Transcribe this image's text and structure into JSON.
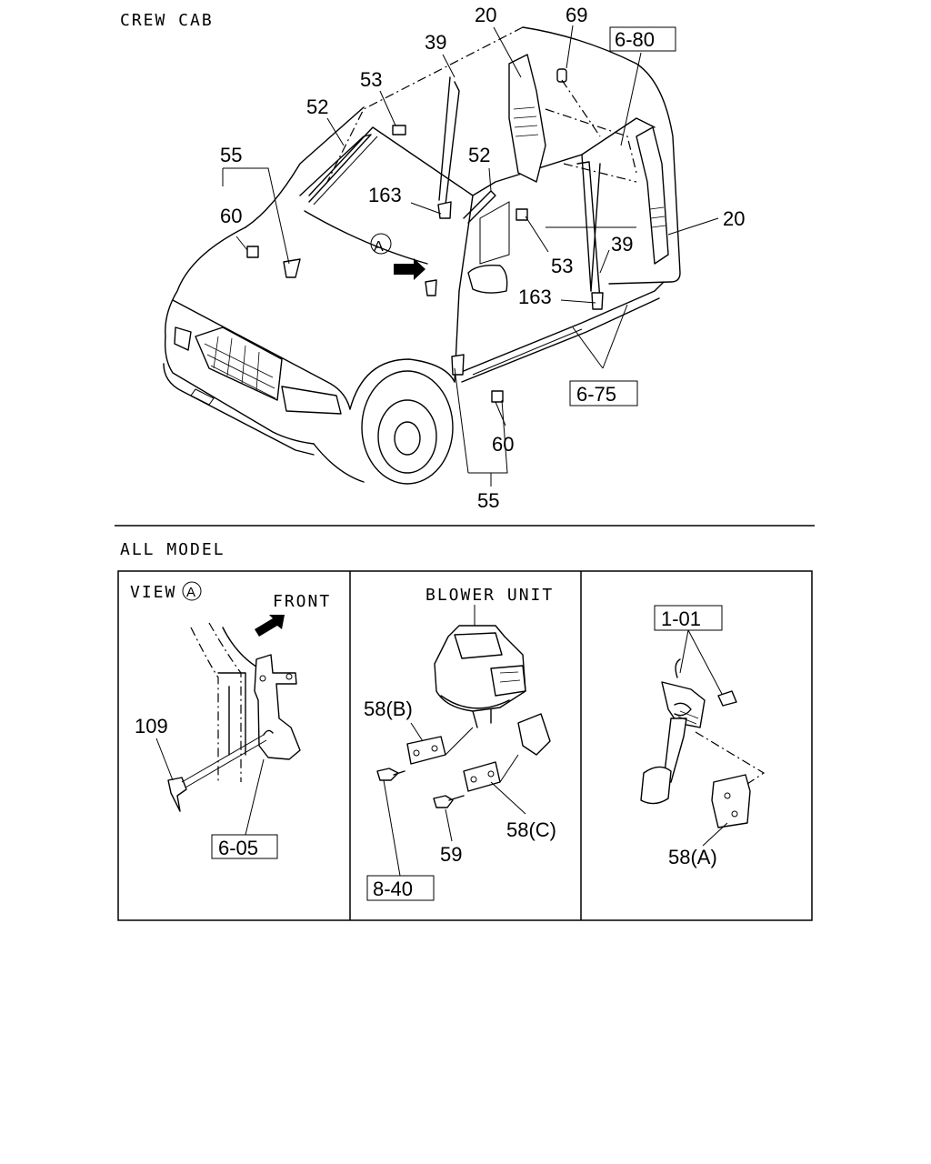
{
  "sections": {
    "top_title": "CREW CAB",
    "bottom_title": "ALL MODEL"
  },
  "top_callouts": {
    "c20_top": "20",
    "c69": "69",
    "c6_80": "6-80",
    "c39_top": "39",
    "c53_top": "53",
    "c52_top": "52",
    "c55_top": "55",
    "c52_mid": "52",
    "c163_top": "163",
    "c60_top": "60",
    "view_marker": "A",
    "c20_right": "20",
    "c39_right": "39",
    "c53_mid": "53",
    "c163_mid": "163",
    "c6_75": "6-75",
    "c60_bottom": "60",
    "c55_bottom": "55"
  },
  "panel_view": {
    "view_label": "VIEW",
    "view_marker": "A",
    "front_label": "FRONT",
    "c109": "109",
    "c6_05": "6-05"
  },
  "panel_blower": {
    "title": "BLOWER UNIT",
    "c58b": "58(B)",
    "c58c": "58(C)",
    "c59": "59",
    "c8_40": "8-40"
  },
  "panel_pedal": {
    "c1_01": "1-01",
    "c58a": "58(A)"
  }
}
